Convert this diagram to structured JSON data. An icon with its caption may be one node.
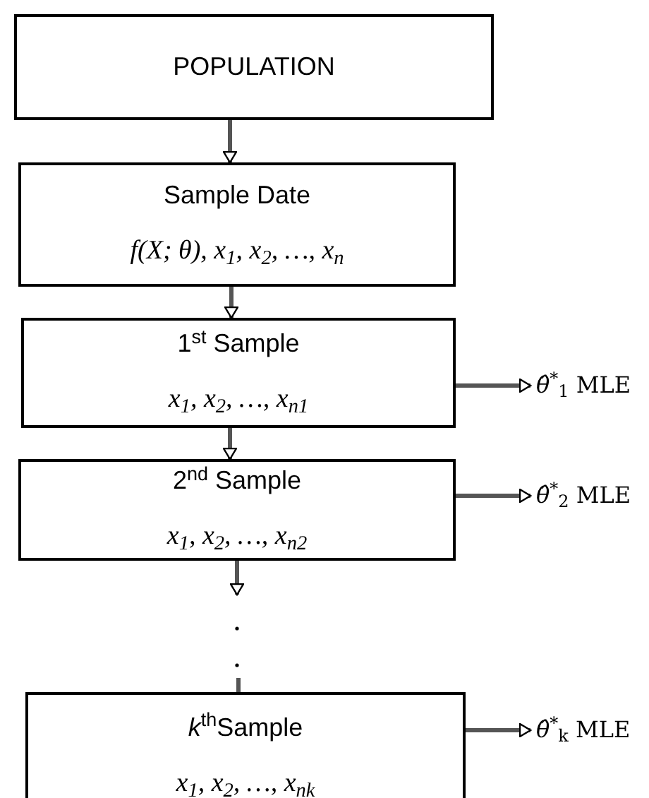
{
  "diagram": {
    "nodes": [
      {
        "text": [
          "POPULATION"
        ]
      },
      {
        "text": [
          "Sample Date",
          "f(X; θ), x$_{1}$, x$_{2}$, …, x$_{n}$"
        ]
      },
      {
        "text": [
          "1$^{st}$ Sample",
          "x$_{1}$, x$_{2}$, …, x$_{n1}$"
        ]
      },
      {
        "text": [
          "2$^{nd}$ Sample",
          "x$_{1}$, x$_{2}$, …, x$_{n2}$"
        ]
      },
      {
        "text": [
          "*k*$^{th}$Sample",
          "x$_{1}$, x$_{2}$, …, x$_{nk}$"
        ]
      },
      {
        "text": [
          "*θ̂*$^{*}$$_{1}$ MLE"
        ]
      },
      {
        "text": [
          "*θ̂*$^{*}$$_{2}$ MLE"
        ]
      },
      {
        "text": [
          "*θ̂*$^{*}$$_{k}$ MLE"
        ]
      }
    ],
    "edges": [
      {
        "from": 0,
        "to": 1,
        "arrow": "to"
      },
      {
        "from": 1,
        "to": 2,
        "arrow": "to"
      },
      {
        "from": 2,
        "to": 3,
        "arrow": "to"
      },
      {
        "from": 3,
        "to": null,
        "arrow": "to"
      },
      {
        "from": null,
        "to": 4,
        "arrow": "none"
      },
      {
        "from": 2,
        "to": 5,
        "arrow": "to"
      },
      {
        "from": 3,
        "to": 6,
        "arrow": "to"
      },
      {
        "from": 4,
        "to": 7,
        "arrow": "to"
      }
    ]
  }
}
